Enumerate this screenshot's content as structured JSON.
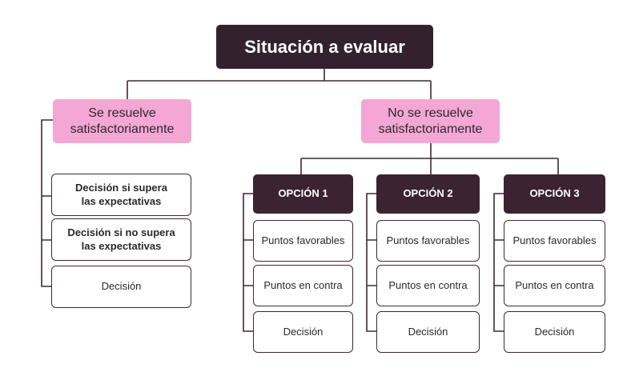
{
  "root": {
    "label": "Situación a evaluar"
  },
  "left_branch": {
    "label_line1": "Se resuelve",
    "label_line2": "satisfactoriamente",
    "items": [
      {
        "line1": "Decisión si supera",
        "line2": "las expectativas"
      },
      {
        "line1": "Decisión si no supera",
        "line2": "las expectativas"
      },
      {
        "line1": "Decisión",
        "line2": ""
      }
    ]
  },
  "right_branch": {
    "label_line1": "No se resuelve",
    "label_line2": "satisfactoriamente",
    "options": [
      {
        "title": "OPCIÓN 1",
        "items": [
          "Puntos favorables",
          "Puntos en contra",
          "Decisión"
        ]
      },
      {
        "title": "OPCIÓN 2",
        "items": [
          "Puntos favorables",
          "Puntos en contra",
          "Decisión"
        ]
      },
      {
        "title": "OPCIÓN 3",
        "items": [
          "Puntos favorables",
          "Puntos en contra",
          "Decisión"
        ]
      }
    ]
  },
  "colors": {
    "dark": "#33222e",
    "pink": "#f4a7d4",
    "line": "#3b2a35"
  }
}
